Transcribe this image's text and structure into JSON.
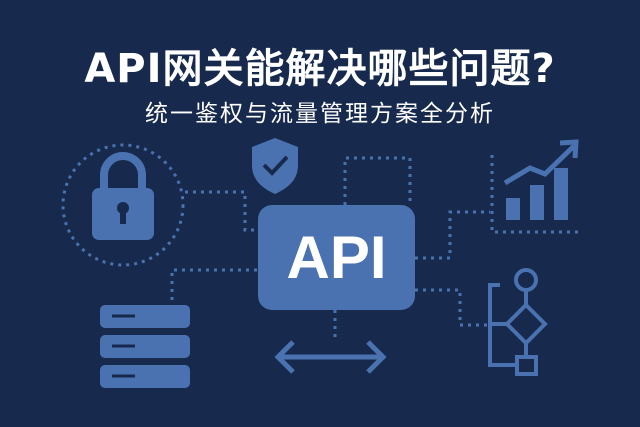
{
  "title": "API网关能解决哪些问题?",
  "subtitle": "统一鉴权与流量管理方案全分析",
  "api_label": "API",
  "colors": {
    "background": "#172a4d",
    "icon": "#4a72b0",
    "text": "#ffffff"
  },
  "icons": [
    "lock-icon",
    "shield-check-icon",
    "server-stack-icon",
    "double-arrow-icon",
    "bar-chart-growth-icon",
    "flowchart-icon"
  ]
}
